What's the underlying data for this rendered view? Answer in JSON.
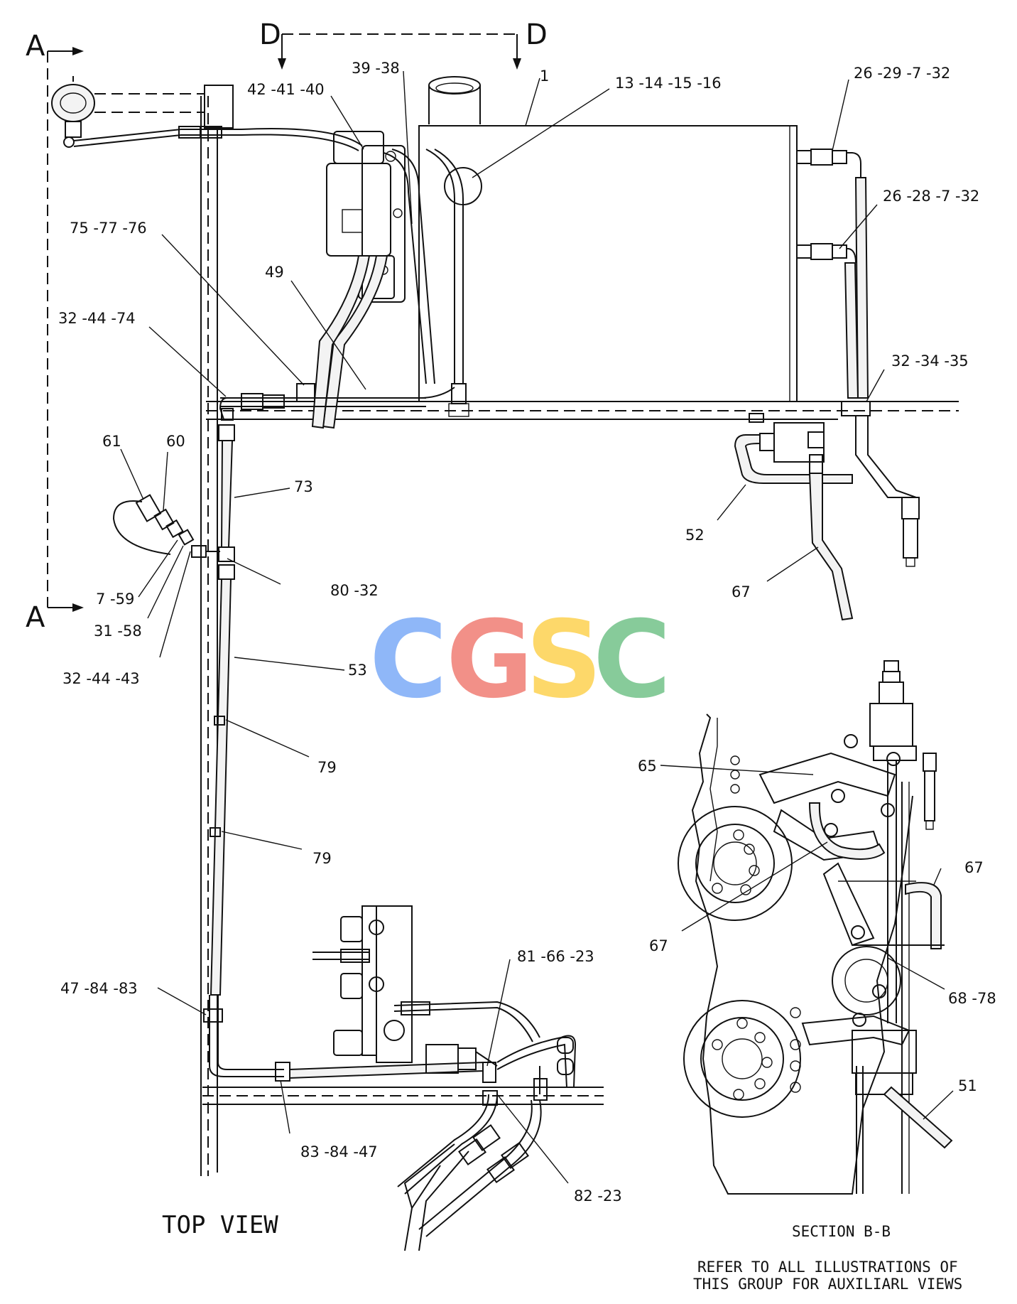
{
  "view_titles": {
    "top_view": "TOP VIEW",
    "section_bb": "SECTION B-B",
    "note_line1": "REFER TO ALL ILLUSTRATIONS OF",
    "note_line2": "THIS GROUP FOR AUXILIARL VIEWS"
  },
  "section_markers": {
    "a_top": "A",
    "a_bottom": "A",
    "d_left": "D",
    "d_right": "D"
  },
  "watermark": {
    "letters": [
      "C",
      "G",
      "S",
      "C"
    ],
    "colors": [
      "#8ab4f8",
      "#f28b82",
      "#fdd663",
      "#81c995"
    ]
  },
  "callouts": [
    "42 -41 -40",
    "39 -38",
    "1",
    "13 -14 -15 -16",
    "26 -29 -7 -32",
    "26 -28 -7 -32",
    "75 -77 -76",
    "49",
    "32 -44 -74",
    "32 -34 -35",
    "61",
    "60",
    "73",
    "52",
    "80 -32",
    "67",
    "7 -59",
    "31 -58",
    "32 -44 -43",
    "53",
    "79",
    "79",
    "65",
    "67",
    "67",
    "68 -78",
    "81 -66 -23",
    "47 -84 -83",
    "83 -84 -47",
    "82 -23",
    "51"
  ]
}
